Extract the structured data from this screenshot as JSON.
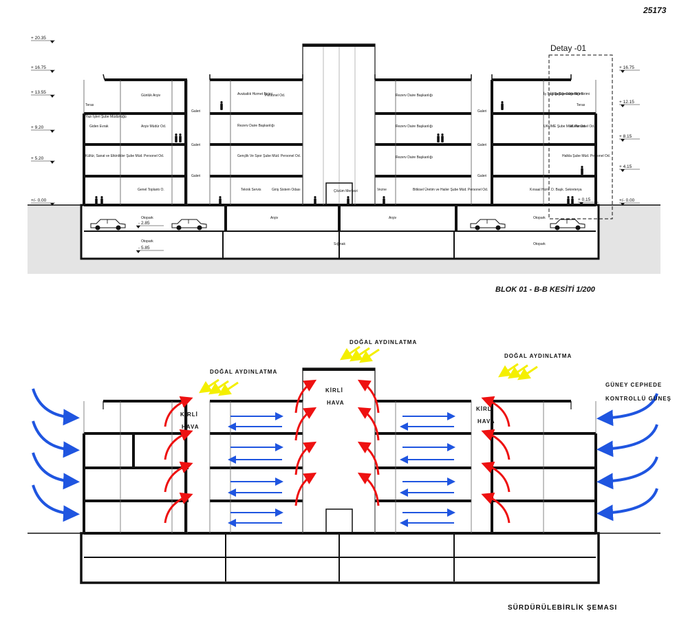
{
  "sheet_number": "25173",
  "section": {
    "title": "BLOK 01 - B-B KESİTİ  1/200",
    "detail_label": "Detay -01",
    "left_levels": [
      "+ 20.35",
      "+ 16.75",
      "+ 13.55",
      "+ 9.20",
      "+ 5.20",
      "+/- 0.00"
    ],
    "right_levels": [
      "+ 16.75",
      "+ 12.15",
      "+ 8.15",
      "+ 4.15",
      "+ 0.15",
      "+/- 0.00"
    ],
    "basement_levels": [
      "- 2.85",
      "- 5.85"
    ],
    "rooms": [
      "Günlük Arşiv",
      "Avukatlık Hizmet Birimi",
      "Personel Od.",
      "Rezerv Daire Başkanlığı",
      "İş Sağlığı Güvenliği Birimi",
      "İş Sağlığı Güvenliği Birimi",
      "Teras",
      "Teras",
      "Yazı İşleri Şube Müdürlüğü",
      "Giden Evrak",
      "Arşiv Müdür Od.",
      "Galeri",
      "Rezerv Daire Başkanlığı",
      "Rezerv Daire Başkanlığı",
      "Galeri",
      "UKOME Şube Müd. Personel Od.",
      "Müdür Od.",
      "Kültür, Sanat ve Etkinlikler Şube Müd. Personel Od.",
      "Galeri",
      "Gençlik Ve Spor Şube Müd. Personel Od.",
      "Rezerv Daire Başkanlığı",
      "Galeri",
      "Halkla Şube Müd. Personel Od.",
      "Genel Toplantı O.",
      "Galeri",
      "Teknik Servis",
      "Giriş Sistem Odası",
      "Çözüm Merkezi",
      "Vezne",
      "Bitkisel Üretim ve Hailer Şube Müd. Personel Od.",
      "Kırsaal Hizm. D. Başk. Sekreterya",
      "Galeri",
      "Otopark",
      "Arşiv",
      "Arşiv",
      "Otopark",
      "Otopark",
      "Sığınak",
      "Otopark"
    ]
  },
  "scheme": {
    "title": "SÜRDÜRÜLEBİRLİK ŞEMASI",
    "daylight_labels": [
      "DOĞAL AYDINLATMA",
      "DOĞAL AYDINLATMA",
      "DOĞAL AYDINLATMA"
    ],
    "dirty_air_labels": [
      [
        "KİRLİ",
        "HAVA"
      ],
      [
        "KİRLİ",
        "HAVA"
      ],
      [
        "KİRLİ",
        "HAVA"
      ]
    ],
    "south_facade_label": [
      "GÜNEY CEPHEDE",
      "KONTROLLÜ GÜNEŞ"
    ],
    "colors": {
      "daylight": "#f4ef00",
      "dirty_air": "#ee1111",
      "fresh_air": "#1f55e0",
      "structure": "#111111"
    }
  }
}
